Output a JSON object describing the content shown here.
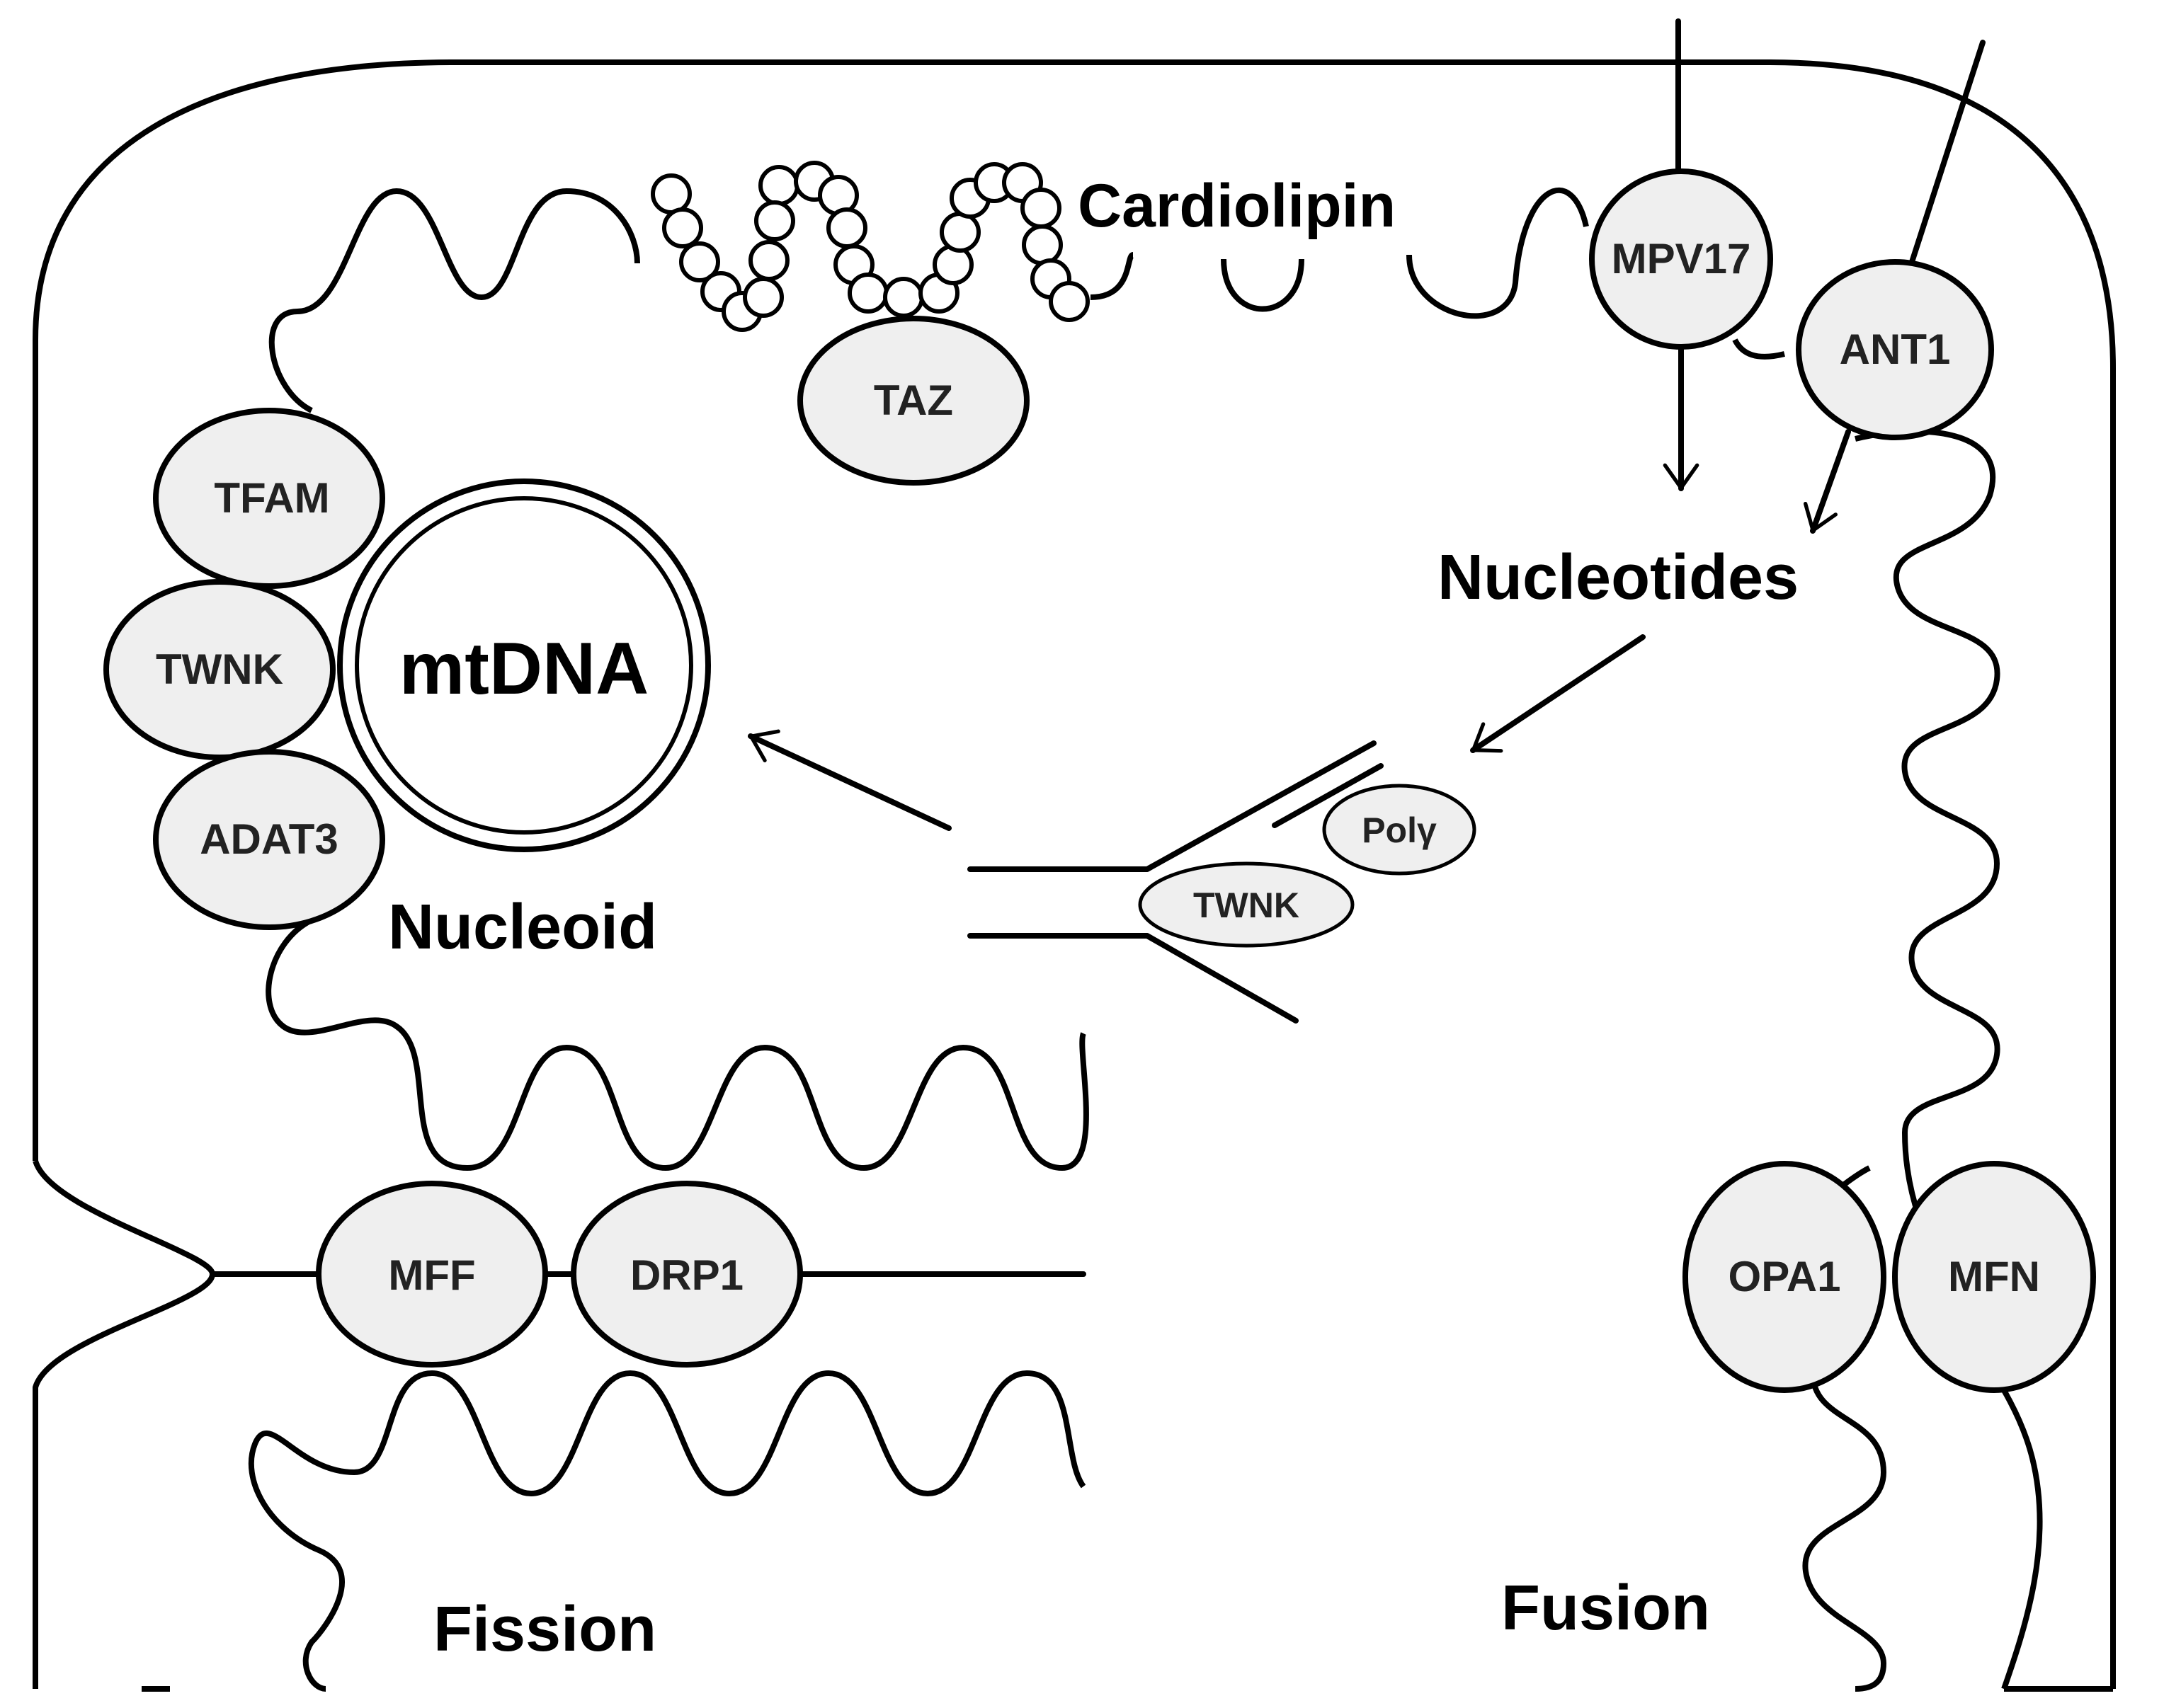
{
  "labels": {
    "cardiolipin": "Cardiolipin",
    "mtdna": "mtDNA",
    "nucleoid": "Nucleoid",
    "nucleotides": "Nucleotides",
    "fission": "Fission",
    "fusion": "Fusion"
  },
  "proteins": {
    "taz": "TAZ",
    "mpv17": "MPV17",
    "ant1": "ANT1",
    "tfam": "TFAM",
    "twnk_nucleoid": "TWNK",
    "adat3": "ADAT3",
    "twnk_fork": "TWNK",
    "poly": "Polγ",
    "mff": "MFF",
    "drp1": "DRP1",
    "opa1": "OPA1",
    "mfn": "MFN"
  }
}
